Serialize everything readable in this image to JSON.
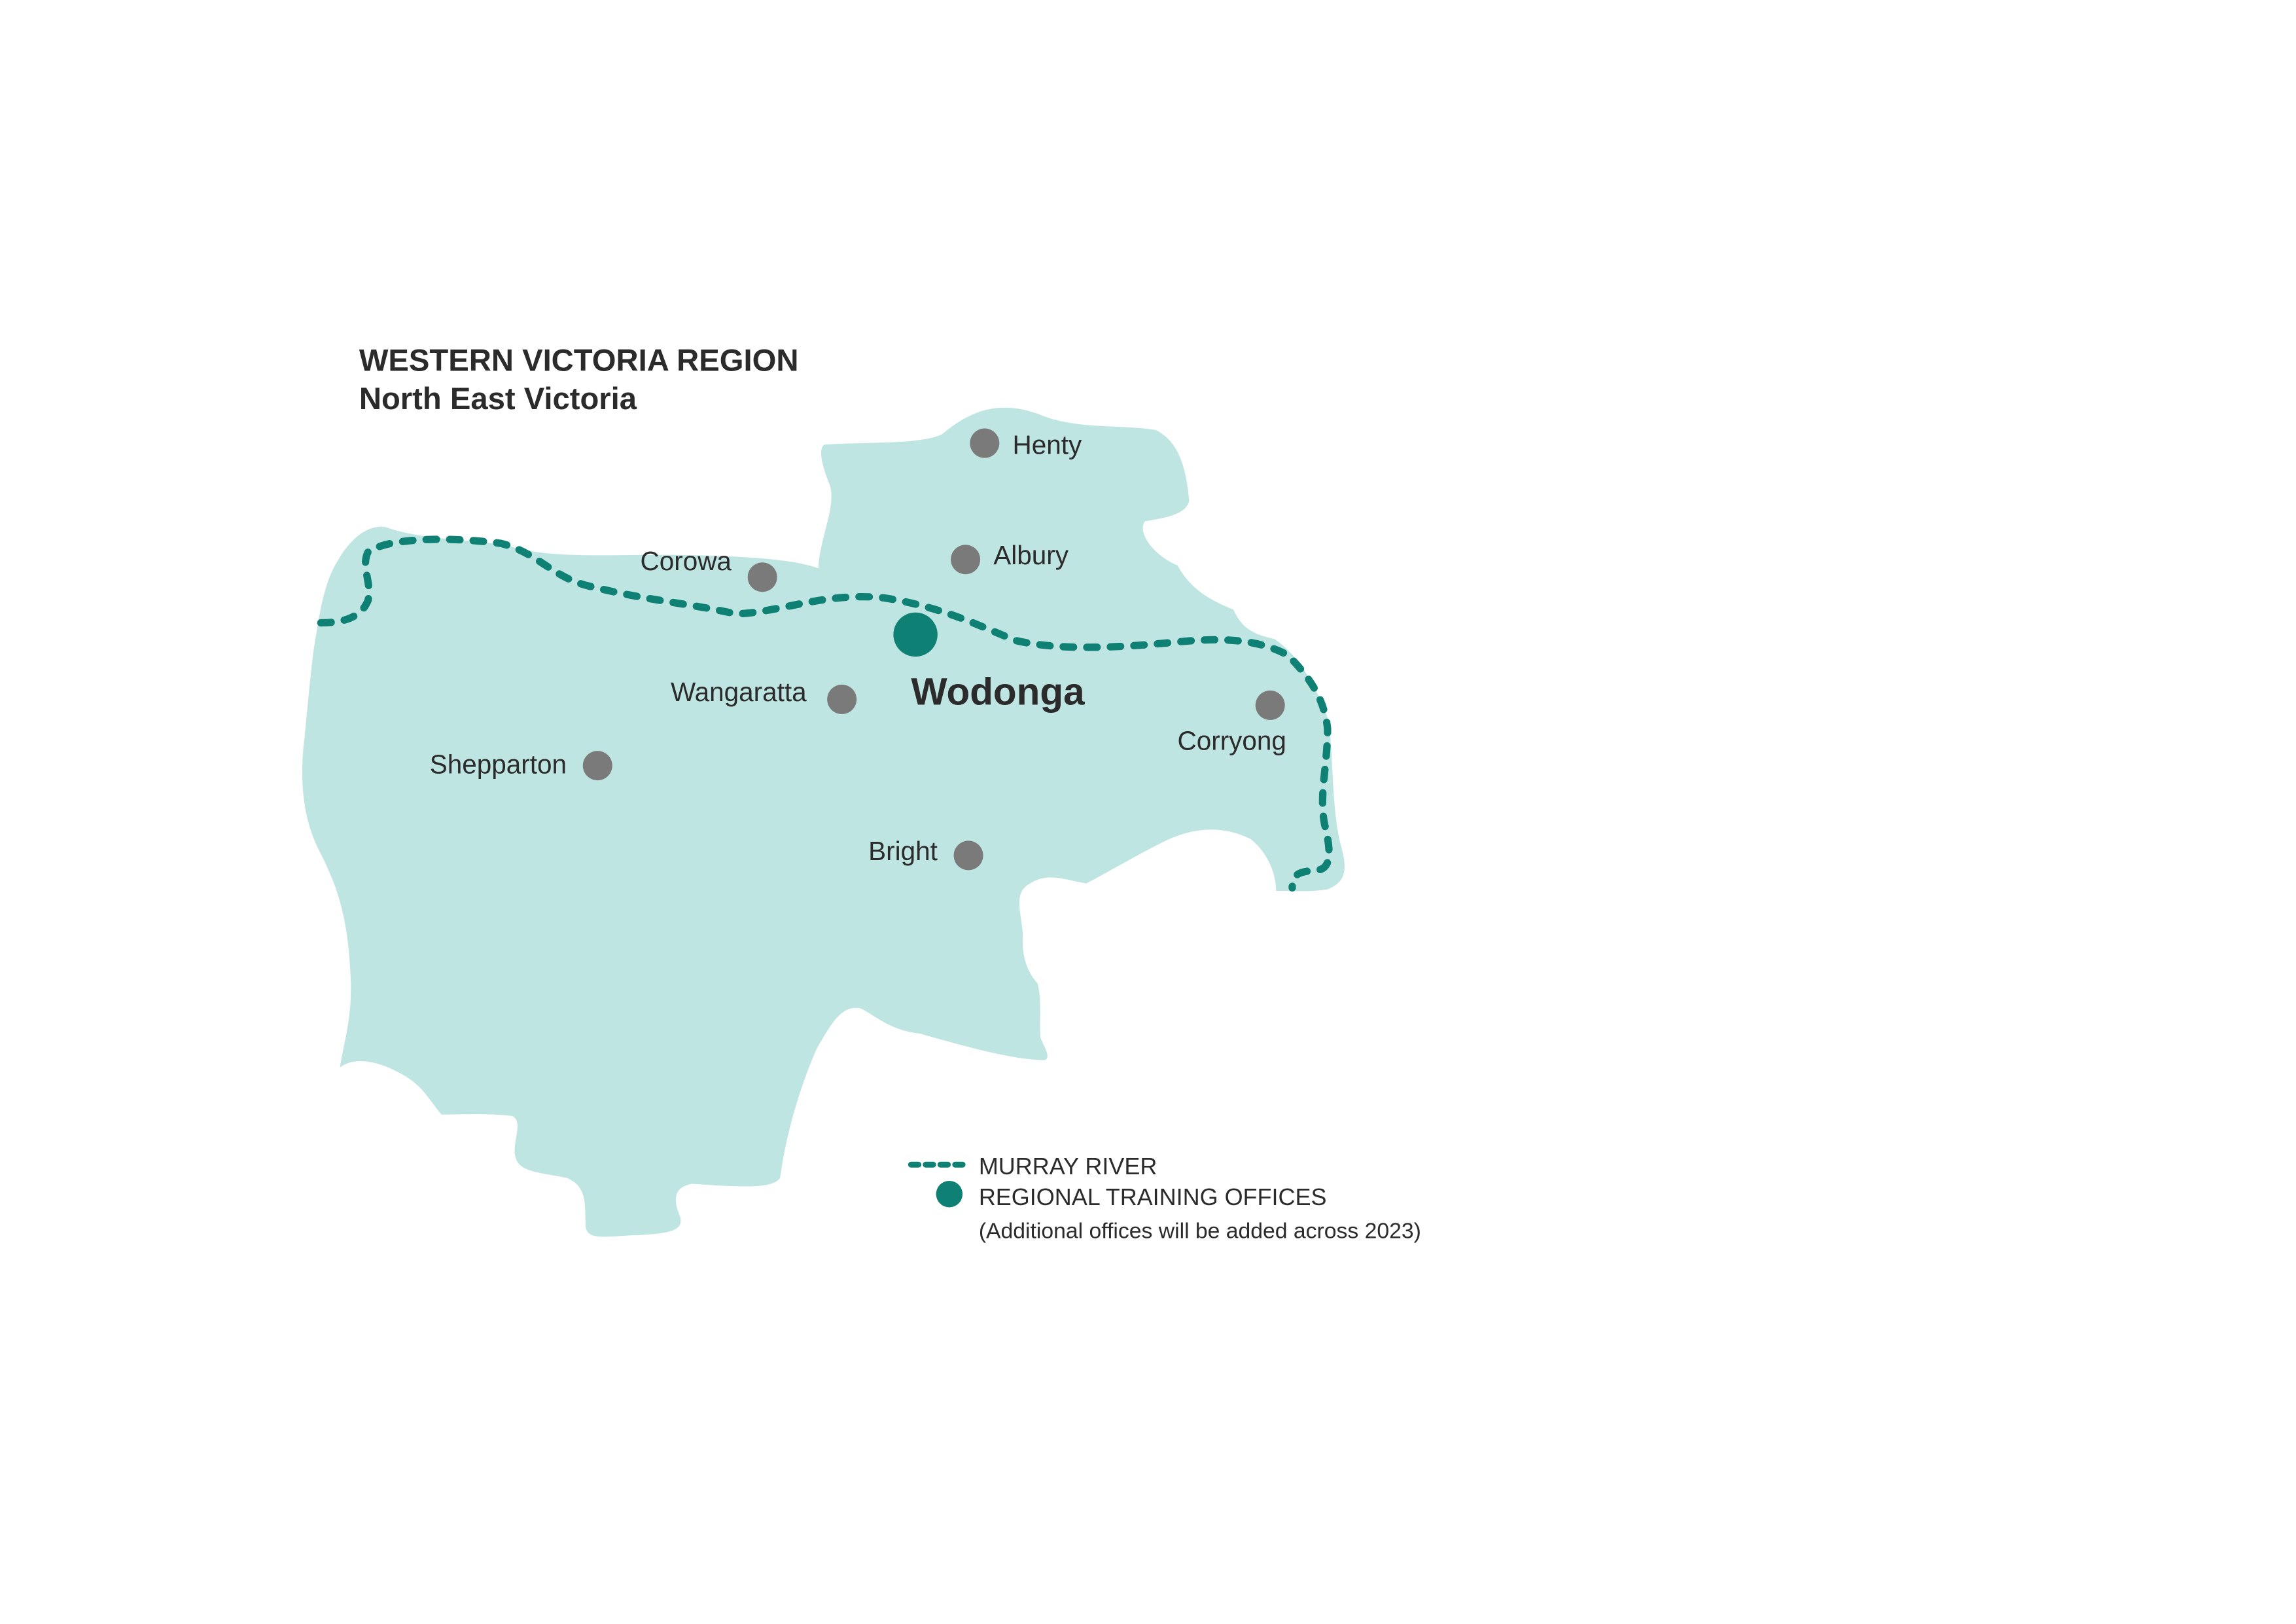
{
  "header": {
    "title": "WESTERN VICTORIA REGION",
    "subtitle": "North East Victoria"
  },
  "colors": {
    "land": "#bfe5e3",
    "river": "#0e8074",
    "office": "#0e8074",
    "town": "#7a7a7a",
    "text": "#2b2b2b"
  },
  "towns": {
    "henty": "Henty",
    "albury": "Albury",
    "corowa": "Corowa",
    "wangaratta": "Wangaratta",
    "corryong": "Corryong",
    "shepparton": "Shepparton",
    "bright": "Bright"
  },
  "offices": {
    "wodonga": "Wodonga"
  },
  "legend": {
    "river_label": "MURRAY RIVER",
    "office_label": "REGIONAL TRAINING OFFICES",
    "note": "(Additional offices will be added across 2023)"
  }
}
